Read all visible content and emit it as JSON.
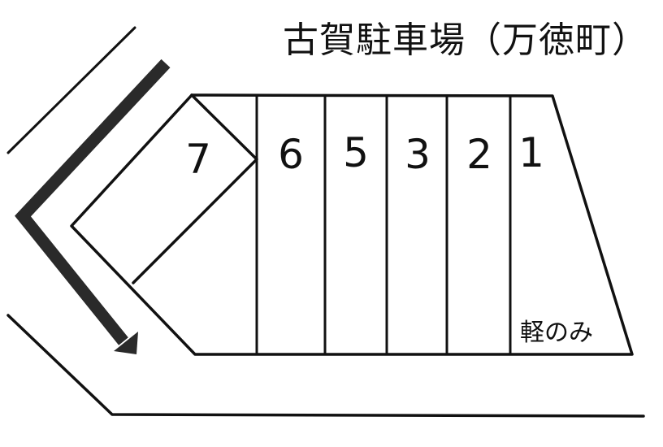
{
  "title": "古賀駐車場（万徳町）",
  "spaces": [
    {
      "number": "7"
    },
    {
      "number": "6"
    },
    {
      "number": "5"
    },
    {
      "number": "3"
    },
    {
      "number": "2"
    },
    {
      "number": "1",
      "note": "軽のみ"
    }
  ],
  "arrow": {
    "direction": "entry-flow",
    "color": "#333333"
  },
  "colors": {
    "line": "#111111",
    "background": "#ffffff"
  }
}
